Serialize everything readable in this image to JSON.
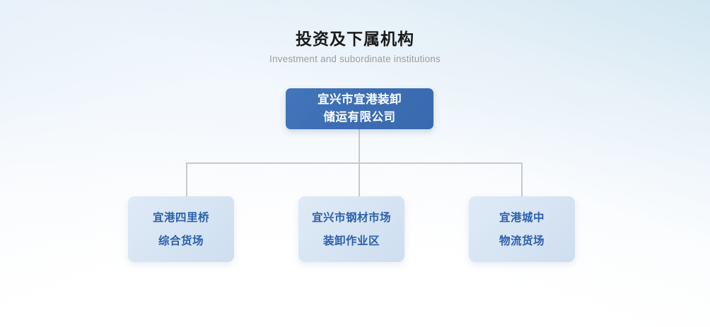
{
  "page": {
    "title": "投资及下属机构",
    "subtitle": "Investment and subordinate institutions"
  },
  "colors": {
    "root_box": "#3c6db3",
    "root_text": "#ffffff",
    "child_box": "#d7e5f4",
    "child_text": "#2b5faa",
    "connector": "#c9c9c9",
    "title_text": "#1a1a1a",
    "subtitle_text": "#9d9d9d",
    "background_top": "#eef4fa",
    "background_bottom": "#ffffff"
  },
  "org_chart": {
    "root": {
      "label": "宜兴市宜港装卸\n储运有限公司",
      "line1": "宜兴市宜港装卸",
      "line2": "储运有限公司"
    },
    "children": [
      {
        "label": "宜港四里桥\n综合货场",
        "line1": "宜港四里桥",
        "line2": "综合货场"
      },
      {
        "label": "宜兴市钢材市场\n装卸作业区",
        "line1": "宜兴市钢材市场",
        "line2": "装卸作业区"
      },
      {
        "label": "宜港城中\n物流货场",
        "line1": "宜港城中",
        "line2": "物流货场"
      }
    ]
  }
}
